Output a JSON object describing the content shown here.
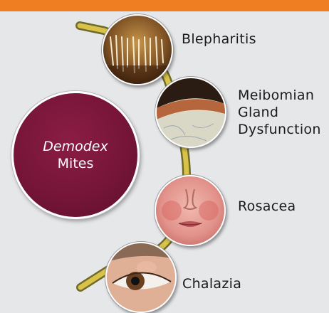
{
  "header": {
    "bar_color": "#ef7d22"
  },
  "main": {
    "line1": "Demodex",
    "line2": "Mites",
    "color": "#761537"
  },
  "connector_color": "#c8b13a",
  "conditions": [
    {
      "label": "Blepharitis",
      "icon": "eyelash-closeup-photo"
    },
    {
      "label_lines": [
        "Meibomian",
        "Gland",
        "Dysfunction"
      ],
      "icon": "eyelid-gland-photo"
    },
    {
      "label": "Rosacea",
      "icon": "face-redness-photo"
    },
    {
      "label": "Chalazia",
      "icon": "eye-chalazion-photo"
    }
  ]
}
